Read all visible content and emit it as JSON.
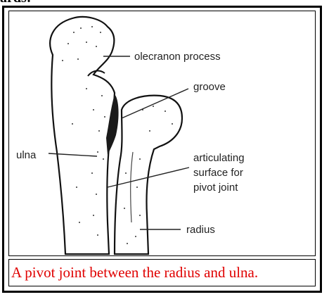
{
  "page": {
    "top_fragment": "ards:"
  },
  "figure": {
    "labels": {
      "olecranon": "olecranon process",
      "groove": "groove",
      "ulna": "ulna",
      "articulating_line1": "articulating",
      "articulating_line2": "surface for",
      "articulating_line3": "pivot joint",
      "radius": "radius"
    }
  },
  "caption": {
    "text": "A pivot joint between the radius and ulna."
  }
}
